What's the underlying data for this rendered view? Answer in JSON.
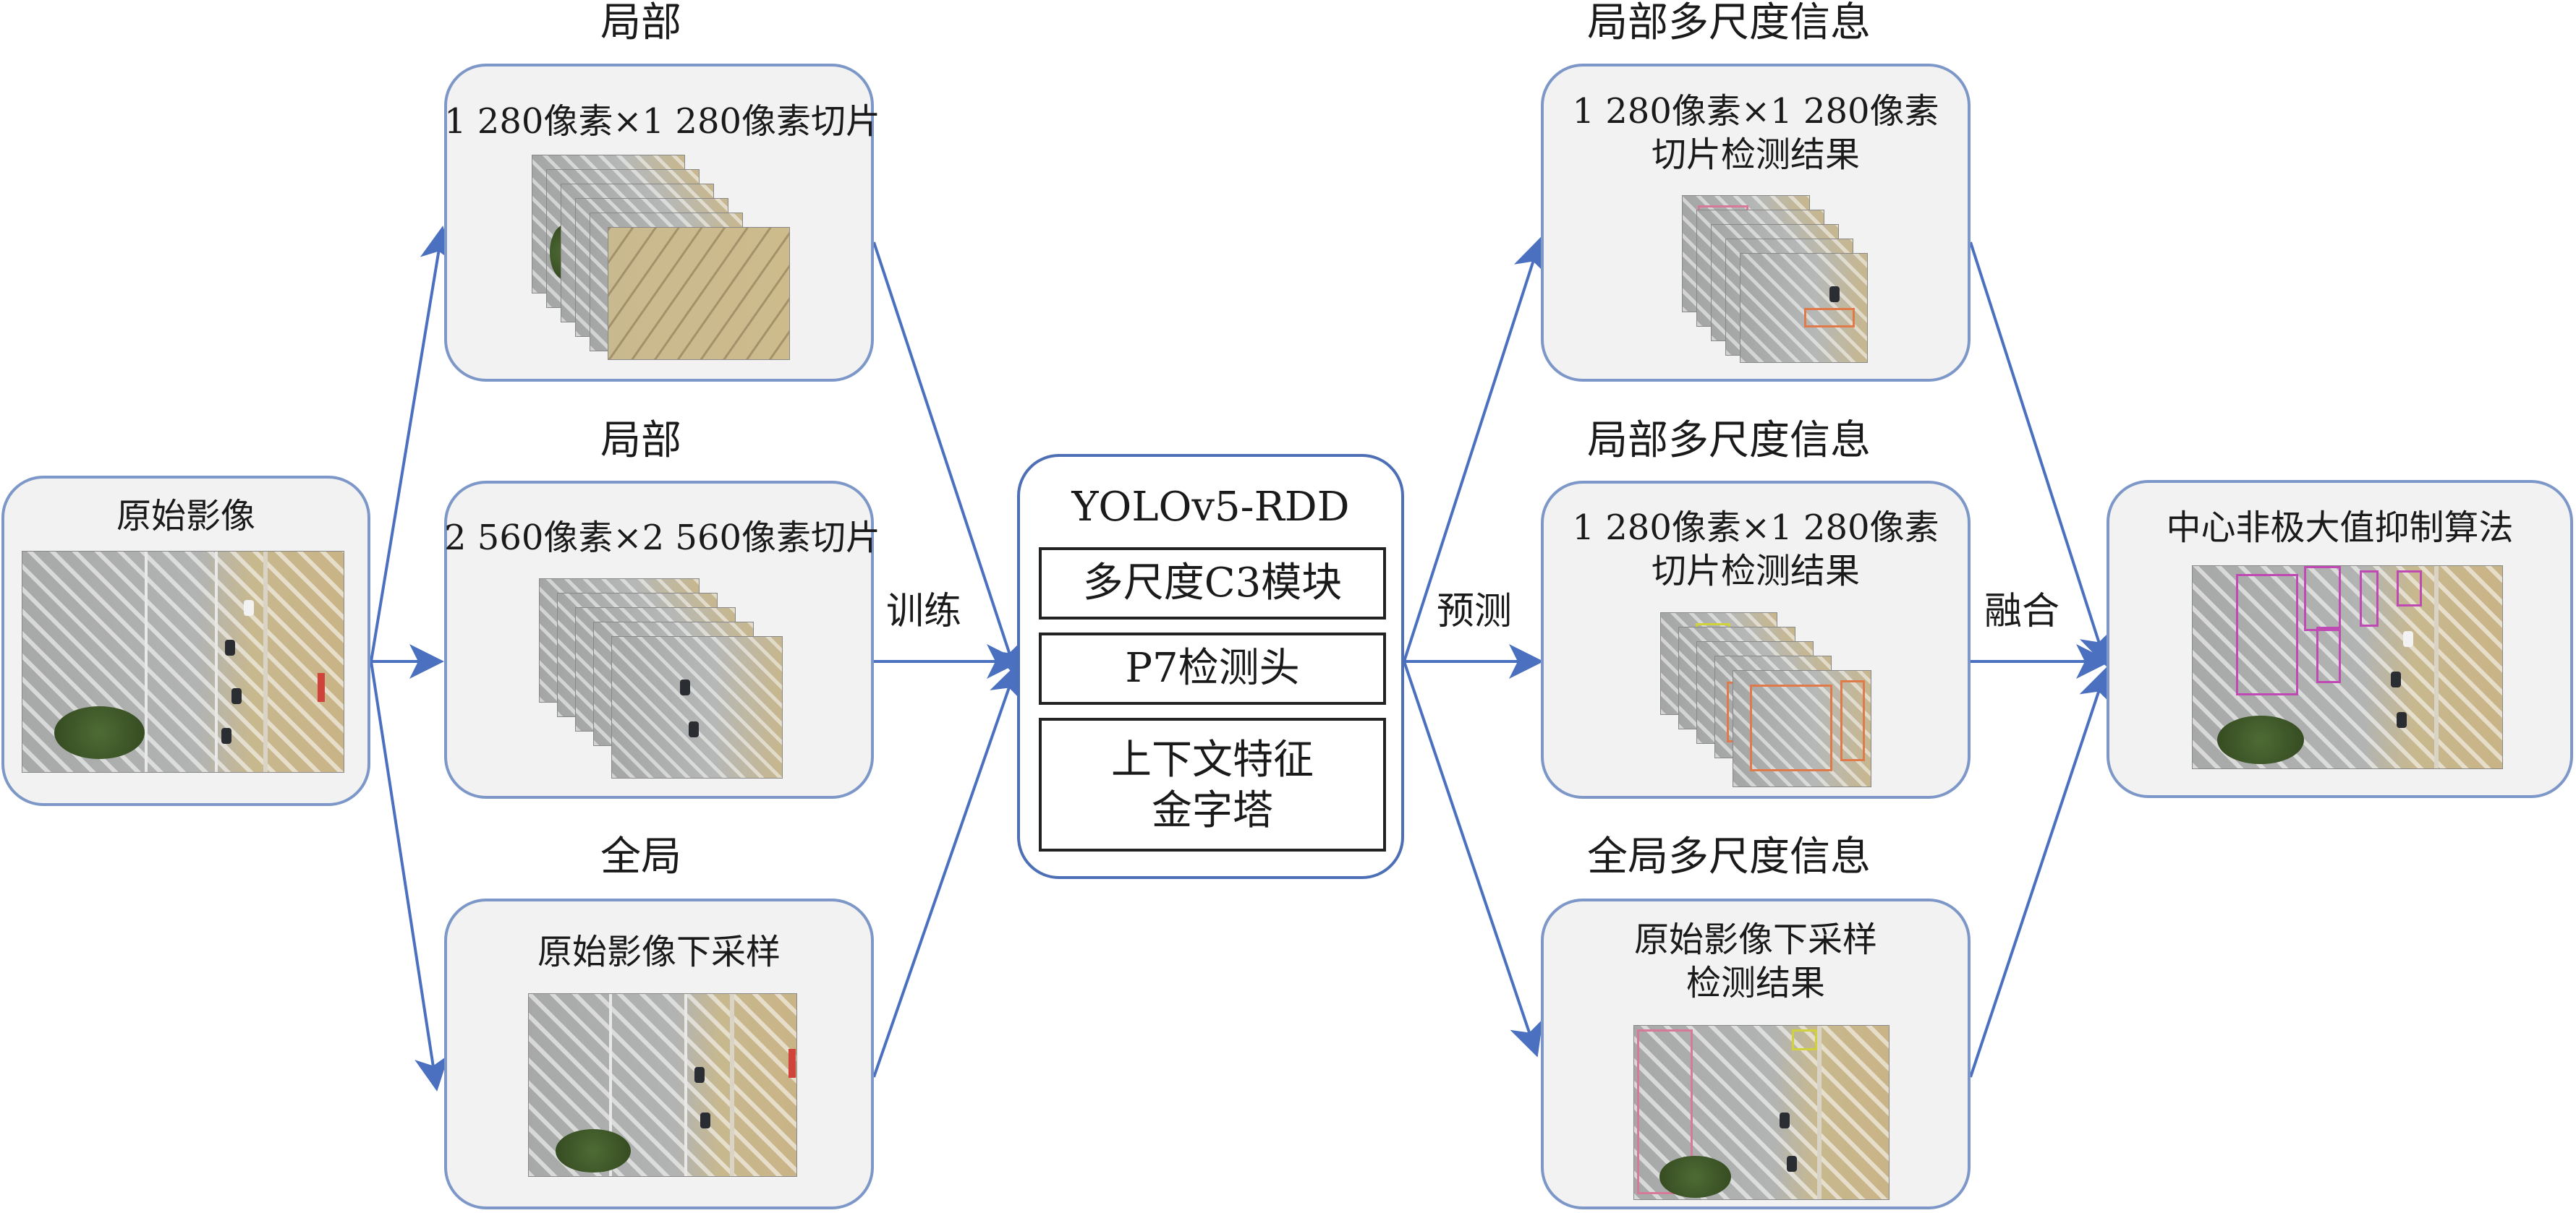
{
  "nodes": {
    "original_image": {
      "caption": "原始影像"
    },
    "local_1280": {
      "header": "局部",
      "caption": "1 280像素×1 280像素切片"
    },
    "local_2560": {
      "header": "局部",
      "caption": "2 560像素×2 560像素切片"
    },
    "global_down": {
      "header": "全局",
      "caption": "原始影像下采样"
    },
    "model": {
      "title": "YOLOv5-RDD",
      "modules": [
        "多尺度C3模块",
        "P7检测头",
        "上下文特征\n金字塔"
      ]
    },
    "result_local_1": {
      "header": "局部多尺度信息",
      "caption": "1 280像素×1 280像素\n切片检测结果"
    },
    "result_local_2": {
      "header": "局部多尺度信息",
      "caption": "1 280像素×1 280像素\n切片检测结果"
    },
    "result_global": {
      "header": "全局多尺度信息",
      "caption": "原始影像下采样\n检测结果"
    },
    "nms": {
      "caption": "中心非极大值抑制算法"
    }
  },
  "edge_labels": {
    "train": "训练",
    "predict": "预测",
    "fuse": "融合"
  },
  "colors": {
    "arrow": "#4a70bf",
    "box_border": "#7d98c8",
    "box_fill": "#f2f2f2",
    "model_border": "#4d6fb5"
  }
}
